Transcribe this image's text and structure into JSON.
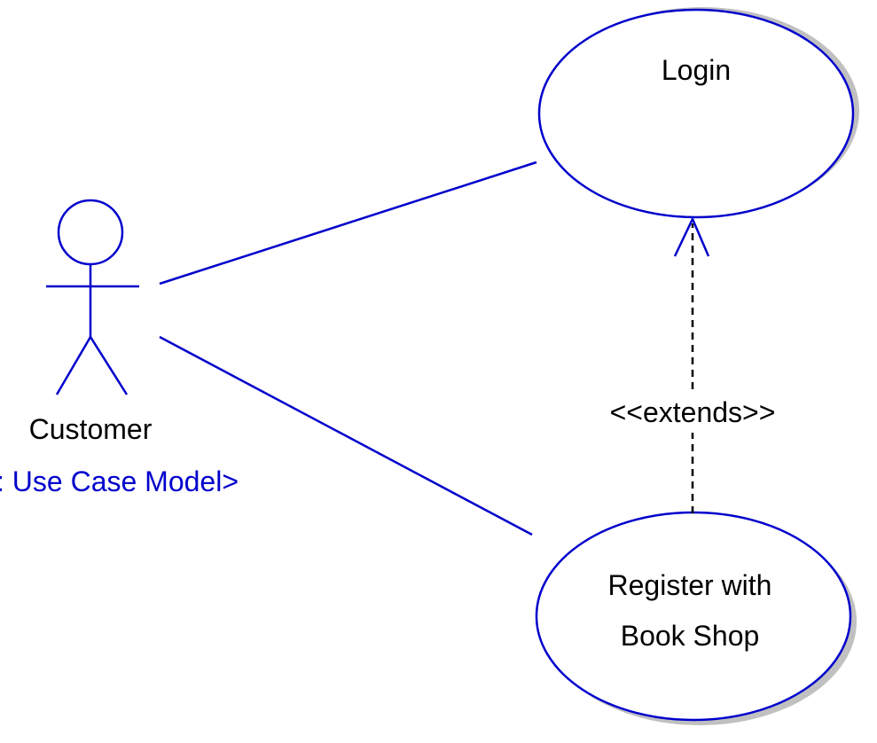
{
  "diagram": {
    "actor": {
      "name": "Customer",
      "package_ref": ": Use Case Model>"
    },
    "use_cases": {
      "login": "Login",
      "register_line1": "Register with",
      "register_line2": "Book Shop"
    },
    "relationships": {
      "extends_label": "<<extends>>"
    },
    "colors": {
      "line": "#0000cc",
      "shadow": "#c0c0c0",
      "text": "#000000",
      "package_text": "#0000cc",
      "fill": "#ffffff"
    }
  }
}
